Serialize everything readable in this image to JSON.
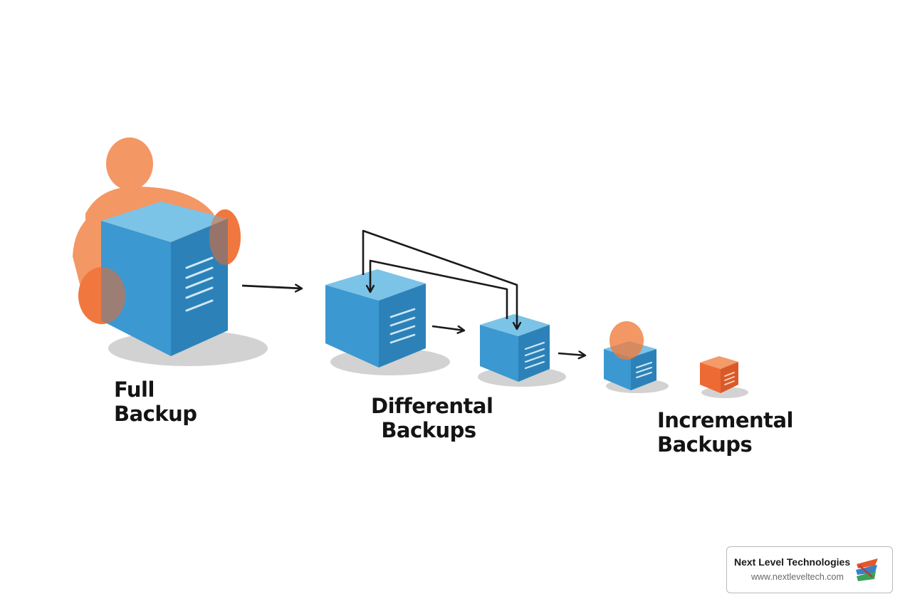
{
  "labels": {
    "full_line1": "Full",
    "full_line2": "Backup",
    "differential_line1": "Differental",
    "differential_line2": "Backups",
    "incremental_line1": "Incremental",
    "incremental_line2": "Backups"
  },
  "brand": {
    "name": "Next Level Technologies",
    "url": "www.nextleveltech.com"
  },
  "colors": {
    "box_front": "#3b98d0",
    "box_top": "#7cc3e8",
    "box_side": "#2c82b8",
    "person": "#f07a3a",
    "incremental_box": "#ee6a35",
    "arrow": "#1a1a1a",
    "shadow": "#d2d2d2"
  },
  "icons": [
    "person-figure",
    "server-box",
    "arrow-right",
    "connector-arrow",
    "brand-logo"
  ]
}
